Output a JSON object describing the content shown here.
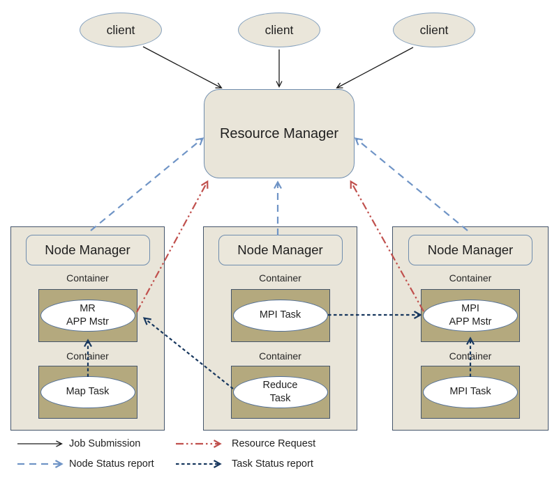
{
  "diagram": {
    "clients": [
      {
        "label": "client"
      },
      {
        "label": "client"
      },
      {
        "label": "client"
      }
    ],
    "resource_manager": {
      "label": "Resource Manager"
    },
    "nodes": [
      {
        "label": "Node Manager",
        "containers": [
          {
            "label": "Container",
            "task_lines": [
              "MR",
              "APP Mstr"
            ]
          },
          {
            "label": "Container",
            "task_lines": [
              "Map Task"
            ]
          }
        ]
      },
      {
        "label": "Node Manager",
        "containers": [
          {
            "label": "Container",
            "task_lines": [
              "MPI Task"
            ]
          },
          {
            "label": "Container",
            "task_lines": [
              "Reduce",
              "Task"
            ]
          }
        ]
      },
      {
        "label": "Node Manager",
        "containers": [
          {
            "label": "Container",
            "task_lines": [
              "MPI",
              "APP Mstr"
            ]
          },
          {
            "label": "Container",
            "task_lines": [
              "MPI Task"
            ]
          }
        ]
      }
    ],
    "legend": [
      {
        "label": "Job Submission",
        "style": "solid"
      },
      {
        "label": "Node Status report",
        "style": "dashed"
      },
      {
        "label": "Resource Request",
        "style": "dash-dot-dot"
      },
      {
        "label": "Task Status report",
        "style": "short-dash"
      }
    ],
    "colors": {
      "arrow_black": "#1a1a1a",
      "arrow_blue": "#6f94c6",
      "arrow_red": "#c0504d",
      "arrow_navy": "#17375e",
      "shape_fill": "#e9e5d9",
      "container_fill": "#b4a97e",
      "blue_border": "#6e8cad",
      "dark_border": "#44546a"
    }
  }
}
